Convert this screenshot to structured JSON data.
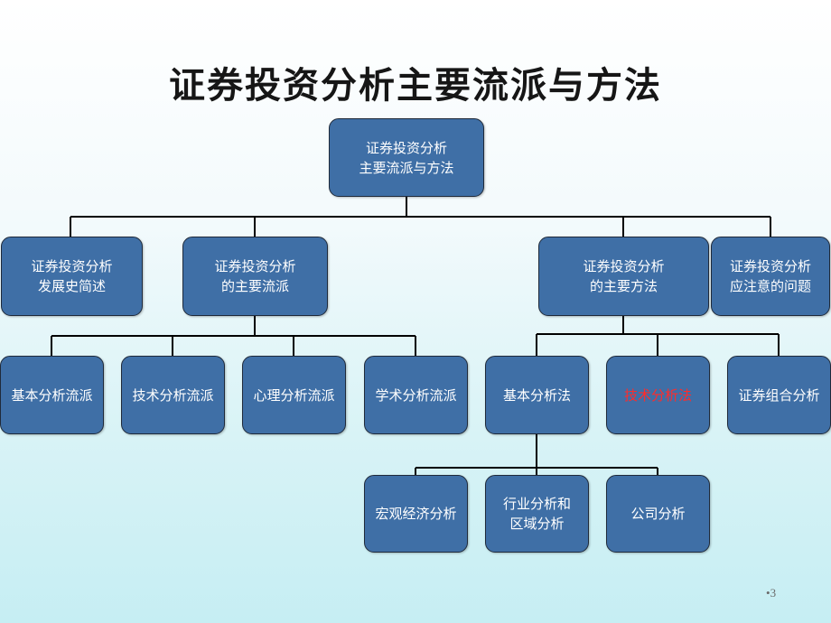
{
  "title": "证券投资分析主要流派与方法",
  "nodes": {
    "root": {
      "line1": "证券投资分析",
      "line2": "主要流派与方法"
    },
    "history": {
      "line1": "证券投资分析",
      "line2": "发展史简述"
    },
    "schools": {
      "line1": "证券投资分析",
      "line2": "的主要流派"
    },
    "methods": {
      "line1": "证券投资分析",
      "line2": "的主要方法"
    },
    "issues": {
      "line1": "证券投资分析",
      "line2": "应注意的问题"
    },
    "school_fundamental": "基本分析流派",
    "school_technical": "技术分析流派",
    "school_psychological": "心理分析流派",
    "school_academic": "学术分析流派",
    "method_fundamental": "基本分析法",
    "method_technical": "技术分析法",
    "method_portfolio": "证券组合分析",
    "macro": "宏观经济分析",
    "industry": {
      "line1": "行业分析和",
      "line2": "区域分析"
    },
    "company": "公司分析"
  },
  "colors": {
    "node_fill": "#3f6fa6",
    "highlight_text": "#ff2b2b"
  },
  "page_number": "3"
}
